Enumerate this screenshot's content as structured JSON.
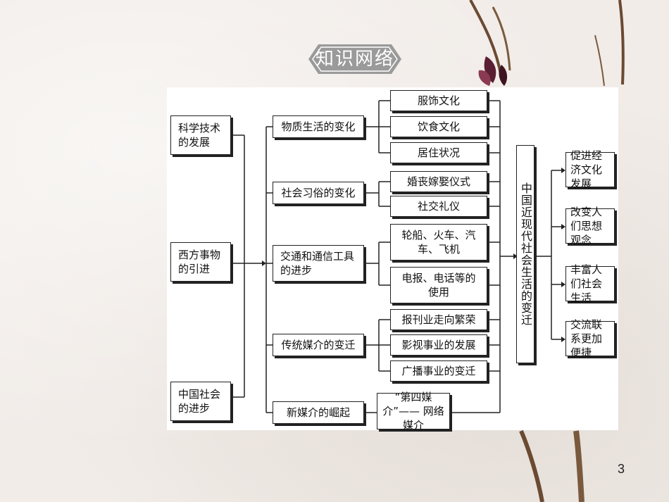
{
  "title": "知识网络",
  "sources": [
    "科学技术的发展",
    "西方事物的引进",
    "中国社会的进步"
  ],
  "categories": [
    {
      "label": "物质生活的变化",
      "items": [
        "服饰文化",
        "饮食文化",
        "居住状况"
      ]
    },
    {
      "label": "社会习俗的变化",
      "items": [
        "婚丧嫁娶仪式",
        "社交礼仪"
      ]
    },
    {
      "label": "交通和通信工具的进步",
      "items": [
        "轮船、火车、汽车、飞机",
        "电报、电话等的使用"
      ]
    },
    {
      "label": "传统媒介的变迁",
      "items": [
        "报刊业走向繁荣",
        "影视事业的发展",
        "广播事业的变迁"
      ]
    },
    {
      "label": "新媒介的崛起",
      "items": [
        "“第四媒介”—— 网络媒介"
      ]
    }
  ],
  "center": "中国近现代社会生活的变迁",
  "effects": [
    "促进经济文化发展",
    "改变人们思想观念",
    "丰富人们社会生活",
    "交流联系更加便捷"
  ],
  "page_number": "3",
  "colors": {
    "title_banner": "#9a9a9a",
    "border": "#222222",
    "panel": "#ffffff",
    "background": "#f1ece8"
  }
}
